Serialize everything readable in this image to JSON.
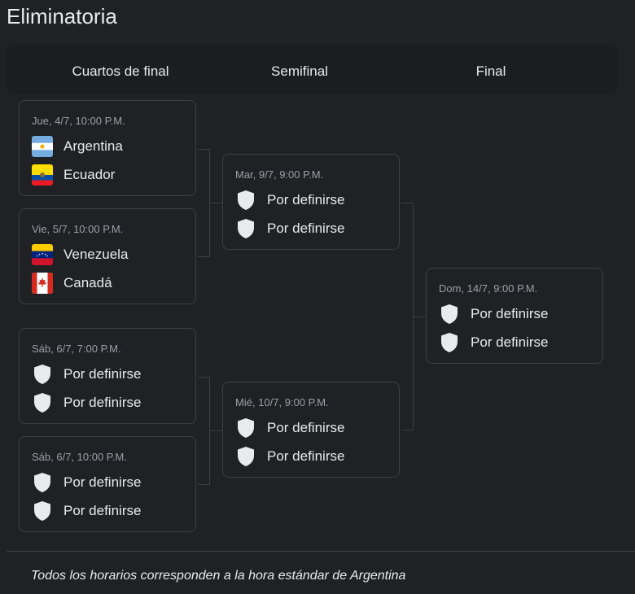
{
  "title": "Eliminatoria",
  "rounds": [
    "Cuartos de final",
    "Semifinal",
    "Final"
  ],
  "matches": [
    {
      "date": "Jue, 4/7, 10:00 P.M.",
      "teams": [
        {
          "name": "Argentina",
          "flag": "argentina"
        },
        {
          "name": "Ecuador",
          "flag": "ecuador"
        }
      ]
    },
    {
      "date": "Vie, 5/7, 10:00 P.M.",
      "teams": [
        {
          "name": "Venezuela",
          "flag": "venezuela"
        },
        {
          "name": "Canadá",
          "flag": "canada"
        }
      ]
    },
    {
      "date": "Sáb, 6/7, 7:00 P.M.",
      "teams": [
        {
          "name": "Por definirse",
          "flag": "shield"
        },
        {
          "name": "Por definirse",
          "flag": "shield"
        }
      ]
    },
    {
      "date": "Sáb, 6/7, 10:00 P.M.",
      "teams": [
        {
          "name": "Por definirse",
          "flag": "shield"
        },
        {
          "name": "Por definirse",
          "flag": "shield"
        }
      ]
    },
    {
      "date": "Mar, 9/7, 9:00 P.M.",
      "teams": [
        {
          "name": "Por definirse",
          "flag": "shield"
        },
        {
          "name": "Por definirse",
          "flag": "shield"
        }
      ]
    },
    {
      "date": "Mié, 10/7, 9:00 P.M.",
      "teams": [
        {
          "name": "Por definirse",
          "flag": "shield"
        },
        {
          "name": "Por definirse",
          "flag": "shield"
        }
      ]
    },
    {
      "date": "Dom, 14/7, 9:00 P.M.",
      "teams": [
        {
          "name": "Por definirse",
          "flag": "shield"
        },
        {
          "name": "Por definirse",
          "flag": "shield"
        }
      ]
    }
  ],
  "footnote": "Todos los horarios corresponden a la hora estándar de Argentina"
}
